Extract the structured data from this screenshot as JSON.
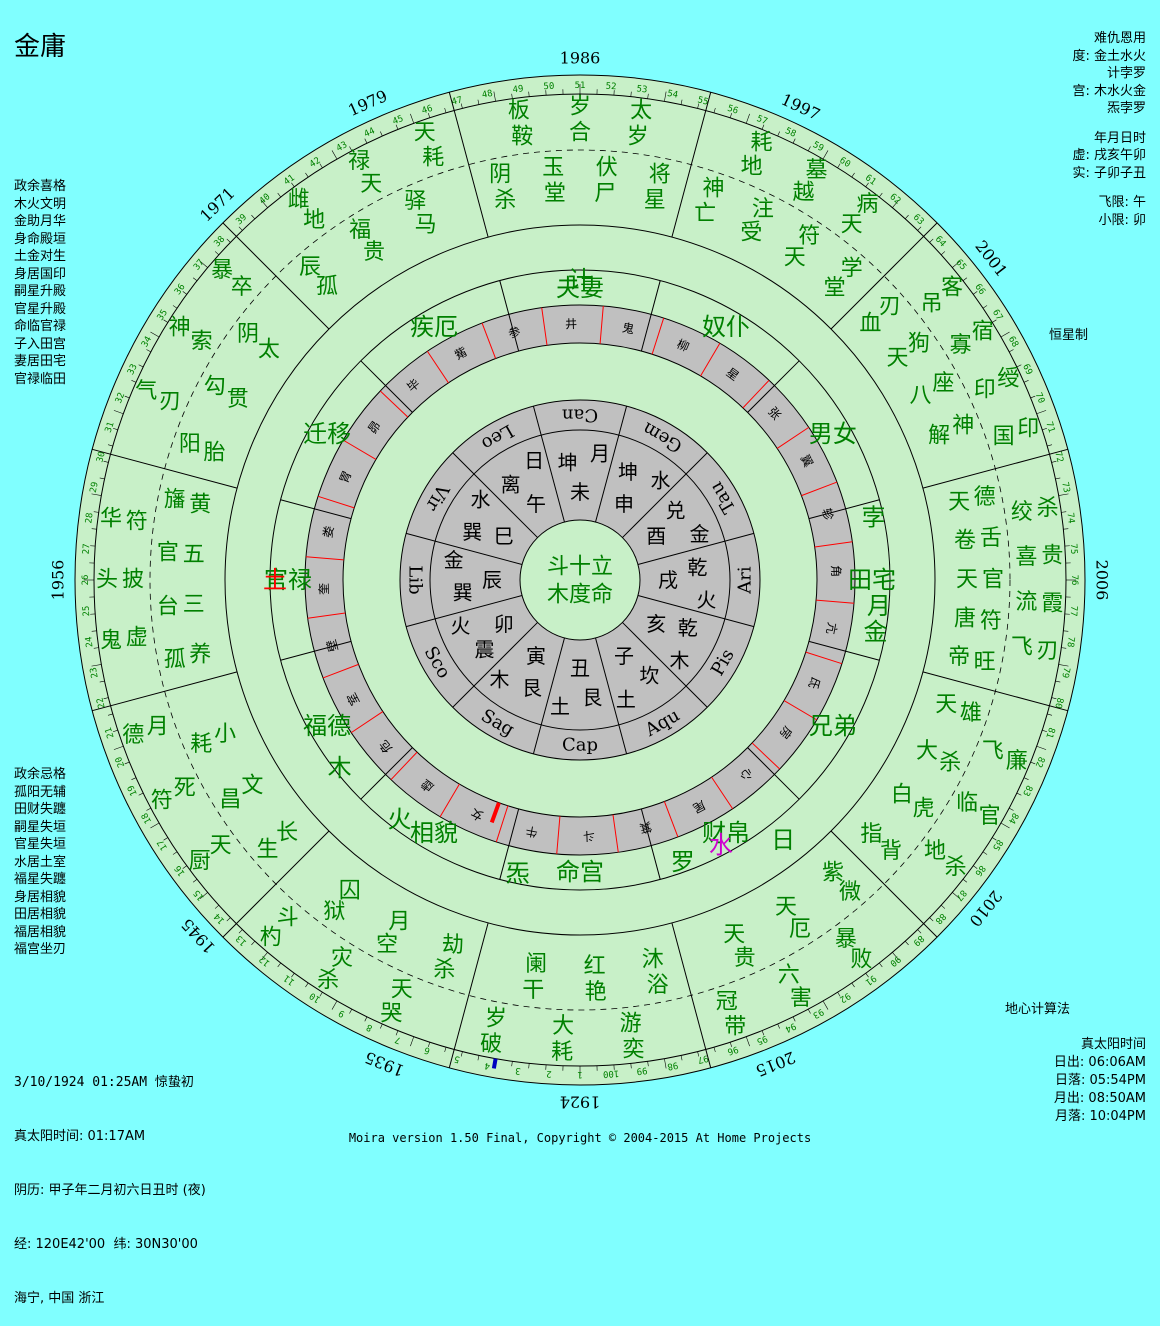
{
  "title": "金庸",
  "left_top": [
    "政余喜格",
    "木火文明",
    "金助月华",
    "身命殿垣",
    "土金对生",
    "身居国印",
    "嗣星升殿",
    "官星升殿",
    "命临官禄",
    "子入田宫",
    "妻居田宅",
    "官禄临田"
  ],
  "left_bottom": [
    "政余忌格",
    "孤阳无辅",
    "田财失躔",
    "嗣星失垣",
    "官星失垣",
    "水居土室",
    "福星失躔",
    "身居相貌",
    "田居相貌",
    "福居相貌",
    "福宫坐刃"
  ],
  "right_info": {
    "line1": "难仇恩用",
    "line2": "度: 金土水火",
    "line3": "计孛罗",
    "line4": "宫: 木水火金",
    "line5": "炁孛罗",
    "line6": "年月日时",
    "line7": "虚: 戌亥午卯",
    "line8": "实: 子卯子丑",
    "line9": "飞限: 午",
    "line10": "小限: 卯"
  },
  "method": "恒星制",
  "calc": "地心计算法",
  "sun": {
    "title": "真太阳时间",
    "rise": "日出: 06:06AM",
    "set": "日落: 05:54PM",
    "moonrise": "月出: 08:50AM",
    "moonset": "月落: 10:04PM"
  },
  "birth": {
    "line1": "3/10/1924 01:25AM",
    "line1cn": "惊蛰初",
    "line2": "真太阳时间: 01:17AM",
    "line3": "阴历: 甲子年二月初六日丑时 (夜)",
    "line4": "经: 120E42'00  纬: 30N30'00",
    "line5": "海宁, 中国 浙江"
  },
  "footer": "Moira version 1.50 Final, Copyright © 2004-2015 At Home Projects",
  "colors": {
    "bg": "#80ffff",
    "wheel": "#c8f0c8",
    "ring": "#c0c0c0",
    "green": "#008000",
    "red": "#ff0000",
    "blue": "#0000c0",
    "magenta": "#d000d0"
  },
  "years": [
    {
      "label": "1924",
      "deg": 90
    },
    {
      "label": "1935",
      "deg": 112
    },
    {
      "label": "1945",
      "deg": 137
    },
    {
      "label": "1956",
      "deg": 180
    },
    {
      "label": "1971",
      "deg": 226
    },
    {
      "label": "1979",
      "deg": 246
    },
    {
      "label": "1986",
      "deg": 270
    },
    {
      "label": "1997",
      "deg": 295
    },
    {
      "label": "2001",
      "deg": 322
    },
    {
      "label": "2006",
      "deg": 360
    },
    {
      "label": "2010",
      "deg": 399
    },
    {
      "label": "2015",
      "deg": 428
    }
  ],
  "mansions": [
    "斗",
    "牛",
    "女",
    "虚",
    "危",
    "室",
    "壁",
    "奎",
    "娄",
    "胃",
    "昴",
    "毕",
    "觜",
    "参",
    "井",
    "鬼",
    "柳",
    "星",
    "张",
    "翼",
    "轸",
    "角",
    "亢",
    "氐",
    "房",
    "心",
    "尾",
    "箕"
  ],
  "palaces": [
    "命宫",
    "财帛",
    "兄弟",
    "田宅",
    "男女",
    "奴仆",
    "夫妻",
    "疾厄",
    "迁移",
    "官禄",
    "福德",
    "相貌"
  ],
  "signs": [
    "Cap",
    "Aqu",
    "Pis",
    "Ari",
    "Tau",
    "Gem",
    "Can",
    "Leo",
    "Vir",
    "Lib",
    "Sco",
    "Sag"
  ],
  "branches": [
    "丑",
    "子",
    "亥",
    "戌",
    "酉",
    "申",
    "未",
    "午",
    "巳",
    "辰",
    "卯",
    "寅"
  ],
  "inner_chars": [
    {
      "a": "艮",
      "b": "土"
    },
    {
      "a": "坎",
      "b": "土"
    },
    {
      "a": "乾",
      "b": "木"
    },
    {
      "a": "乾",
      "b": "火"
    },
    {
      "a": "兑",
      "b": "金"
    },
    {
      "a": "坤",
      "b": "水"
    },
    {
      "a": "坤",
      "b": "月"
    },
    {
      "a": "离",
      "b": "日"
    },
    {
      "a": "巽",
      "b": "水"
    },
    {
      "a": "巽",
      "b": "金"
    },
    {
      "a": "震",
      "b": "火"
    },
    {
      "a": "艮",
      "b": "木"
    }
  ],
  "center": {
    "line1": "斗十立",
    "line2": "木度命"
  },
  "planets": [
    {
      "label": "土",
      "deg": 180,
      "r": 305,
      "color": "#ff0000"
    },
    {
      "label": "水",
      "deg": 62,
      "r": 300,
      "color": "#d000d0"
    },
    {
      "label": "计",
      "deg": -90,
      "r": 300,
      "color": "#008000"
    },
    {
      "label": "孛",
      "deg": -12,
      "r": 300,
      "color": "#008000"
    },
    {
      "label": "月",
      "deg": 5,
      "r": 300,
      "color": "#008000"
    },
    {
      "label": "金",
      "deg": 10,
      "r": 300,
      "color": "#008000"
    },
    {
      "label": "日",
      "deg": 52,
      "r": 330,
      "color": "#008000"
    },
    {
      "label": "罗",
      "deg": 70,
      "r": 300,
      "color": "#008000"
    },
    {
      "label": "炁",
      "deg": 102,
      "r": 300,
      "color": "#008000"
    },
    {
      "label": "火",
      "deg": 127,
      "r": 300,
      "color": "#008000"
    },
    {
      "label": "木",
      "deg": 142,
      "r": 305,
      "color": "#008000"
    }
  ],
  "outer_sectors": [
    [
      "沐浴",
      "游奕",
      "红艳",
      "大耗",
      "阑干",
      "岁破"
    ],
    [
      "紫微",
      "暴败",
      "天厄",
      "六害",
      "天贵",
      "冠带"
    ],
    [
      "天雄",
      "飞廉",
      "大杀",
      "临官",
      "白虎",
      "地杀",
      "指背"
    ],
    [
      "天德",
      "绞杀",
      "卷舌",
      "喜贵",
      "天官",
      "流霞",
      "唐符",
      "飞刃",
      "帝旺"
    ],
    [
      "血刃",
      "吊客",
      "天狗",
      "寡宿",
      "八座",
      "印绶",
      "解神",
      "国印"
    ],
    [
      "亡神",
      "地耗",
      "受注",
      "越墓",
      "天符",
      "天病",
      "堂学"
    ],
    [
      "杀阴",
      "鞍板",
      "堂玉",
      "合岁",
      "尸伏",
      "岁太",
      "星将"
    ],
    [
      "孤辰",
      "地雌",
      "贵福",
      "天禄",
      "马驿",
      "耗天"
    ],
    [
      "胎阳",
      "刃气",
      "贯勾",
      "索神",
      "太阴",
      "卒暴"
    ],
    [
      "养孤",
      "虚鬼",
      "三台",
      "披头",
      "五官",
      "符华",
      "黄旛"
    ],
    [
      "长生",
      "天厨",
      "文昌",
      "死符",
      "小耗",
      "月德"
    ],
    [
      "劫杀",
      "天哭",
      "月空",
      "灾杀",
      "囚狱",
      "斗杓"
    ]
  ]
}
